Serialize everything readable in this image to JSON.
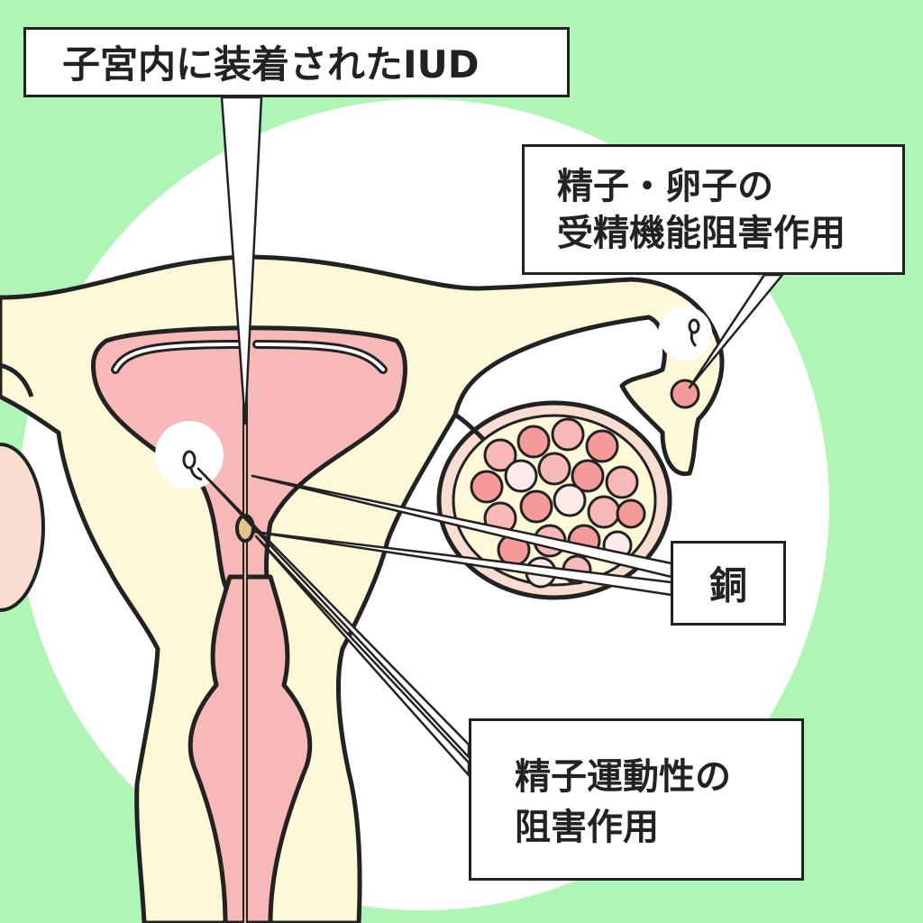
{
  "labels": {
    "iud": "子宮内に装着されたIUD",
    "fertilization_line1": "精子・卵子の",
    "fertilization_line2": "受精機能阻害作用",
    "copper": "銅",
    "motility_line1": "精子運動性の",
    "motility_line2": "阻害作用"
  },
  "colors": {
    "background": "#aef5b6",
    "circle": "#ffffff",
    "tissue": "#fdf8d8",
    "cavity": "#f7b8b8",
    "egg": "#f59a9a",
    "outline": "#222222"
  }
}
